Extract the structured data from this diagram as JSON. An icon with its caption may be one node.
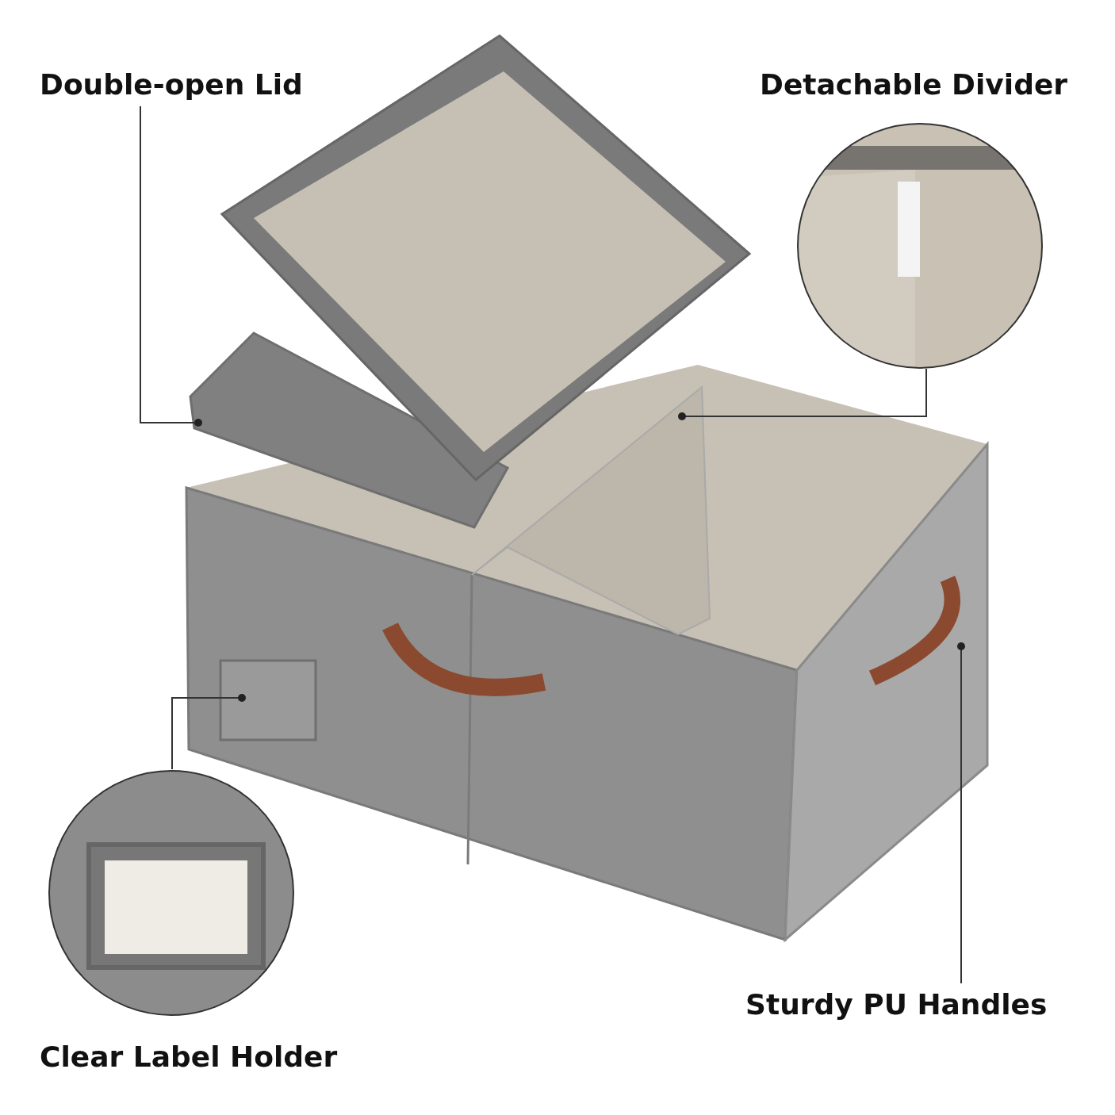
{
  "diagram": {
    "nodes": [
      {
        "text": [
          "Double-open Lid"
        ]
      },
      {
        "text": [],
        "shape": "picture"
      },
      {
        "text": [
          "Detachable Divider"
        ]
      },
      {
        "text": [],
        "shape": "picture"
      },
      {
        "text": [],
        "shape": "box"
      },
      {
        "text": [
          "Clear Label Holder"
        ]
      },
      {
        "text": [
          "Sturdy PU Handles"
        ]
      },
      {
        "text": [],
        "shape": "picture"
      }
    ],
    "edges": [
      {
        "from": 0,
        "to": 1,
        "arrow": "other"
      },
      {
        "from": 2,
        "to": 3,
        "arrow": "other"
      },
      {
        "from": 5,
        "to": 4,
        "arrow": "other"
      },
      {
        "from": 6,
        "to": 7,
        "arrow": "other"
      }
    ]
  }
}
